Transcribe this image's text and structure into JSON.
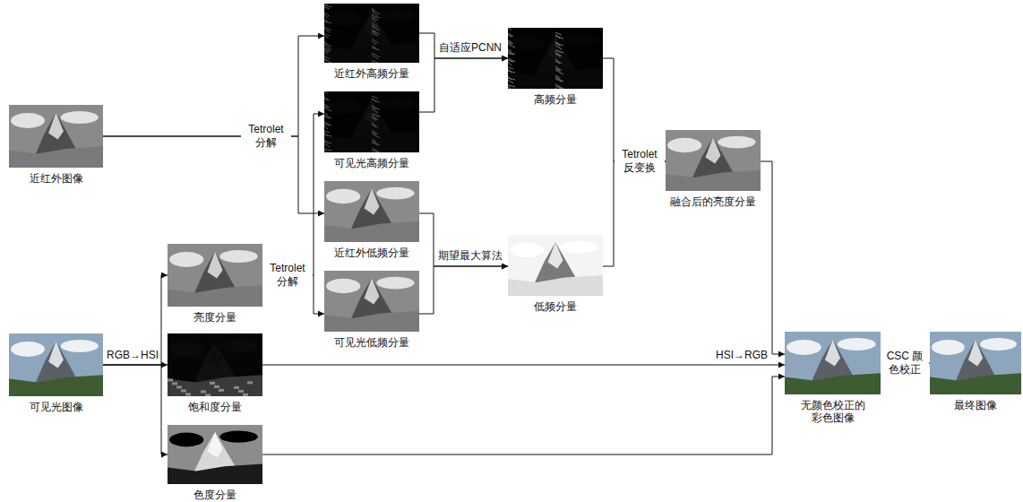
{
  "diagram": {
    "nodes": [
      {
        "text": [
          "近红外图像"
        ]
      },
      {
        "text": [
          "可见光图像"
        ]
      },
      {
        "text": [
          "亮度分量"
        ]
      },
      {
        "text": [
          "饱和度分量"
        ]
      },
      {
        "text": [
          "色度分量"
        ]
      },
      {
        "text": [
          "近红外高频分量"
        ]
      },
      {
        "text": [
          "可见光高频分量"
        ]
      },
      {
        "text": [
          "近红外低频分量"
        ]
      },
      {
        "text": [
          "可见光低频分量"
        ]
      },
      {
        "text": [
          "高频分量"
        ]
      },
      {
        "text": [
          "低频分量"
        ]
      },
      {
        "text": [
          "融合后的亮度分量"
        ]
      },
      {
        "text": [
          "无颜色校正的 彩色图像"
        ]
      },
      {
        "text": [
          "最终图像"
        ]
      }
    ],
    "edges": [
      {
        "from": 0,
        "to": 5,
        "arrow": "to",
        "label": "Tetrolet 分解"
      },
      {
        "from": 0,
        "to": 7,
        "arrow": "to"
      },
      {
        "from": 1,
        "to": 2,
        "arrow": "to",
        "label": "RGB→HSI"
      },
      {
        "from": 1,
        "to": 3,
        "arrow": "to"
      },
      {
        "from": 1,
        "to": 4,
        "arrow": "to"
      },
      {
        "from": 2,
        "to": 6,
        "arrow": "to",
        "label": "Tetrolet 分解"
      },
      {
        "from": 2,
        "to": 8,
        "arrow": "to"
      },
      {
        "from": 5,
        "to": 9,
        "arrow": "to",
        "label": "自适应PCNN"
      },
      {
        "from": 6,
        "to": 9,
        "arrow": "to"
      },
      {
        "from": 7,
        "to": 10,
        "arrow": "to",
        "label": "期望最大算法"
      },
      {
        "from": 8,
        "to": 10,
        "arrow": "to"
      },
      {
        "from": 9,
        "to": 11,
        "arrow": "to",
        "label": "Tetrolet 反变换"
      },
      {
        "from": 10,
        "to": 11,
        "arrow": "to"
      },
      {
        "from": 11,
        "to": 12,
        "arrow": "to"
      },
      {
        "from": 3,
        "to": 12,
        "arrow": "to",
        "label": "HSI→RGB"
      },
      {
        "from": 4,
        "to": 12,
        "arrow": "to"
      },
      {
        "from": 12,
        "to": 13,
        "arrow": "to",
        "label": "CSC 颜色校正"
      }
    ]
  }
}
